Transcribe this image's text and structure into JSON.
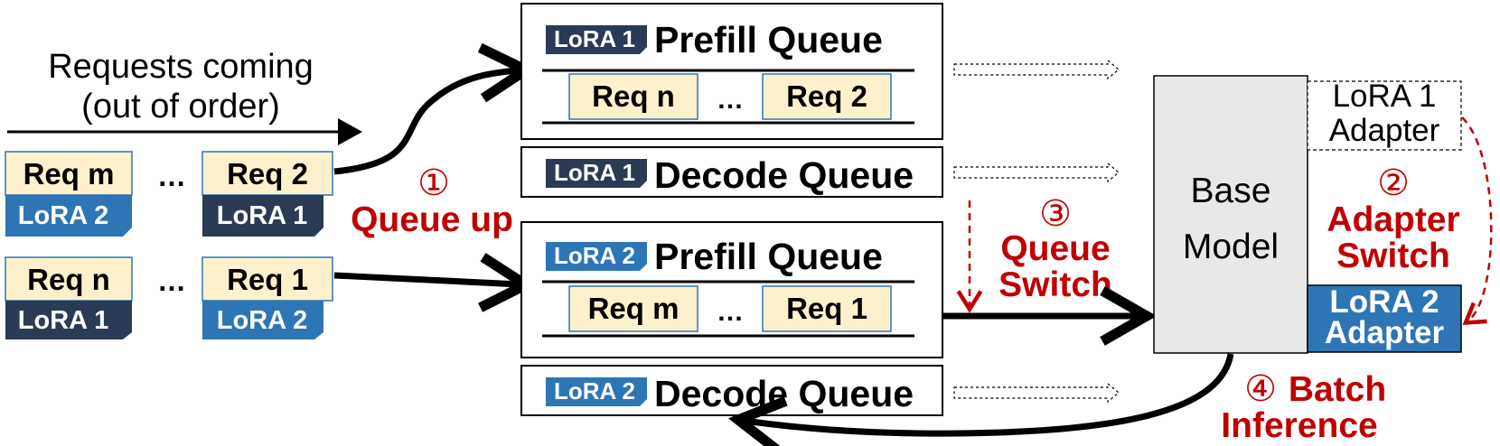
{
  "incoming": {
    "line1": "Requests coming",
    "line2": "(out of order)",
    "row1": {
      "left_req": "Req m",
      "left_lora": "LoRA 2",
      "ellipsis": "…",
      "right_req": "Req 2",
      "right_lora": "LoRA 1"
    },
    "row2": {
      "left_req": "Req n",
      "left_lora": "LoRA 1",
      "ellipsis": "…",
      "right_req": "Req 1",
      "right_lora": "LoRA 2"
    }
  },
  "queues": {
    "lora1_prefill": {
      "tag": "LoRA 1",
      "title": "Prefill Queue",
      "req_left": "Req n",
      "ellipsis": "…",
      "req_right": "Req 2"
    },
    "lora1_decode": {
      "tag": "LoRA 1",
      "title": "Decode Queue"
    },
    "lora2_prefill": {
      "tag": "LoRA 2",
      "title": "Prefill Queue",
      "req_left": "Req m",
      "ellipsis": "…",
      "req_right": "Req 1"
    },
    "lora2_decode": {
      "tag": "LoRA 2",
      "title": "Decode Queue"
    }
  },
  "steps": {
    "s1": {
      "num": "①",
      "label": "Queue up"
    },
    "s2": {
      "num": "②",
      "label1": "Adapter",
      "label2": "Switch"
    },
    "s3": {
      "num": "③",
      "label1": "Queue",
      "label2": "Switch"
    },
    "s4": {
      "num": "④",
      "label1": "Batch",
      "label2": "Inference"
    }
  },
  "model": {
    "line1": "Base",
    "line2": "Model",
    "adapter1_line1": "LoRA 1",
    "adapter1_line2": "Adapter",
    "adapter2_line1": "LoRA 2",
    "adapter2_line2": "Adapter"
  },
  "colors": {
    "req_fill": "#fdf1cc",
    "req_border": "#2e75b6",
    "lora1_dark": "#2b3a55",
    "lora2_blue": "#2e75b6",
    "accent_red": "#c00000",
    "model_fill": "#e8e8e8"
  }
}
